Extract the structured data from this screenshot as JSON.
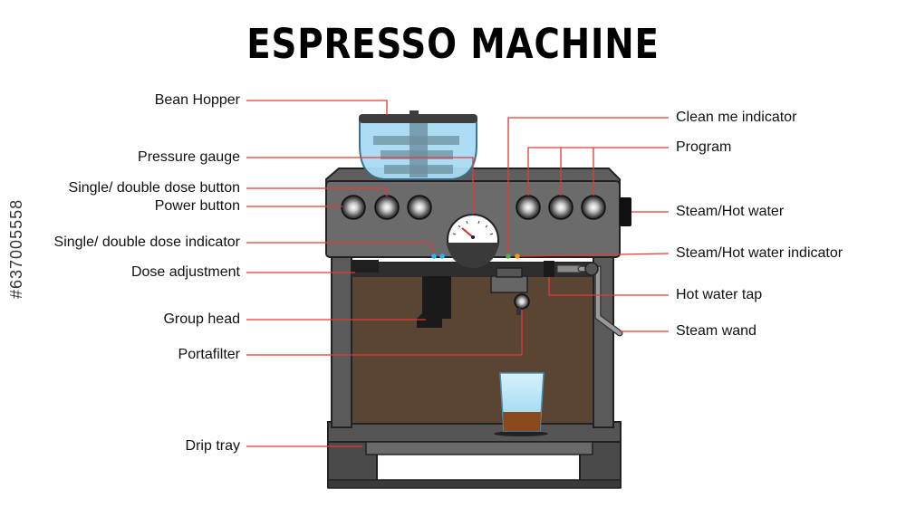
{
  "title": "ESPRESSO MACHINE",
  "labels_left": {
    "bean_hopper": "Bean Hopper",
    "pressure_gauge": "Pressure gauge",
    "single_double_dose_button": "Single/ double dose button",
    "power_button": "Power button",
    "single_double_dose_indicator": "Single/ double dose indicator",
    "dose_adjustment": "Dose adjustment",
    "group_head": "Group head",
    "portafilter": "Portafilter",
    "drip_tray": "Drip tray"
  },
  "labels_right": {
    "clean_me_indicator": "Clean me indicator",
    "program": "Program",
    "steam_hot_water": "Steam/Hot water",
    "steam_hot_water_indicator": "Steam/Hot water indicator",
    "hot_water_tap": "Hot water tap",
    "steam_wand": "Steam wand"
  },
  "watermark": "#637005558",
  "colors": {
    "leader_line": "#e53935",
    "body_gray": "#5f5f5f",
    "body_dark": "#3d3d3d",
    "chamber_brown": "#5a4432",
    "hopper_blue": "#a8dcf4",
    "coffee": "#8b4a1c",
    "led_blue": "#29b6f6",
    "led_green": "#4caf50",
    "led_orange": "#ff9800"
  }
}
